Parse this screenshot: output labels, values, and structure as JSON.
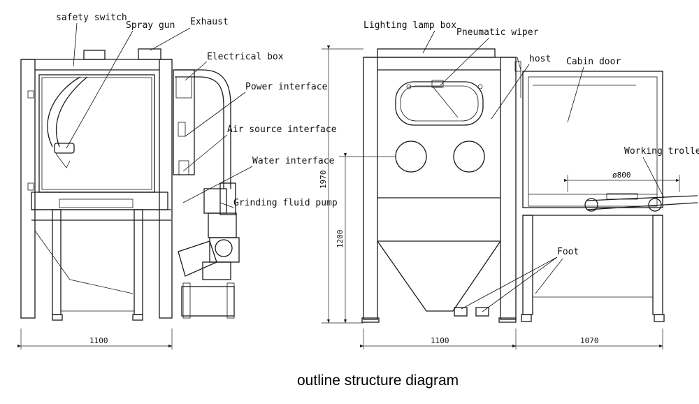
{
  "title": "outline structure diagram",
  "front_view": {
    "labels": {
      "safety_switch": "safety switch",
      "spray_gun": "Spray gun",
      "exhaust": "Exhaust",
      "electrical_box": "Electrical box",
      "power_interface": "Power interface",
      "air_source_interface": "Air source interface",
      "water_interface": "Water interface",
      "grinding_fluid_pump": "Grinding fluid pump"
    },
    "width_dim": "1100"
  },
  "side_view": {
    "labels": {
      "lighting_lamp_box": "Lighting lamp box",
      "pneumatic_wiper": "Pneumatic wiper",
      "host": "host",
      "cabin_door": "Cabin door",
      "working_trolley": "Working trolley",
      "foot": "Foot"
    },
    "height_dim": "1970",
    "window_height_dim": "1200",
    "diameter_dim": "ø800",
    "width_dim_host": "1100",
    "width_dim_trolley": "1070"
  }
}
